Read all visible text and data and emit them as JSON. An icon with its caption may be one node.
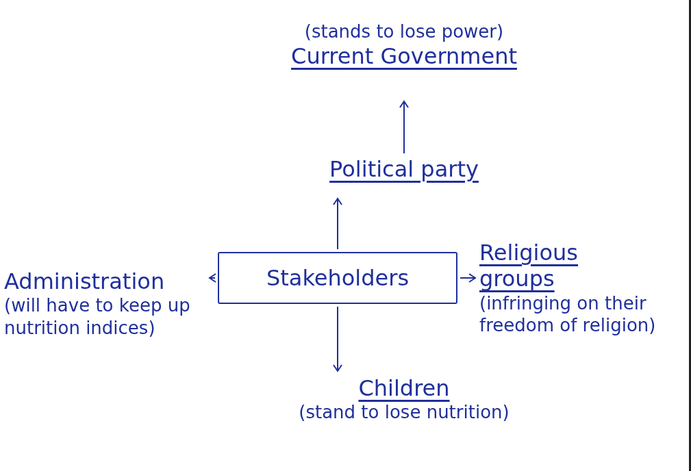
{
  "diagram": {
    "nodes": [
      {
        "text": [
          "(stands to lose power)",
          "Current Government"
        ]
      },
      {
        "text": [
          "Political party"
        ]
      },
      {
        "text": [
          "Stakeholders"
        ]
      },
      {
        "text": [
          "Administration",
          "(will have to keep up nutrition indices)"
        ]
      },
      {
        "text": [
          "Religious groups",
          "(infringing on their freedom of religion)"
        ]
      },
      {
        "text": [
          "Children",
          "(stand to lose nutrition)"
        ]
      }
    ],
    "edges": [
      {
        "from": 1,
        "to": 0,
        "arrow": "to"
      },
      {
        "from": 2,
        "to": 1,
        "arrow": "to"
      },
      {
        "from": 2,
        "to": 3,
        "arrow": "to"
      },
      {
        "from": 2,
        "to": 4,
        "arrow": "to"
      },
      {
        "from": 2,
        "to": 5,
        "arrow": "to"
      }
    ]
  }
}
